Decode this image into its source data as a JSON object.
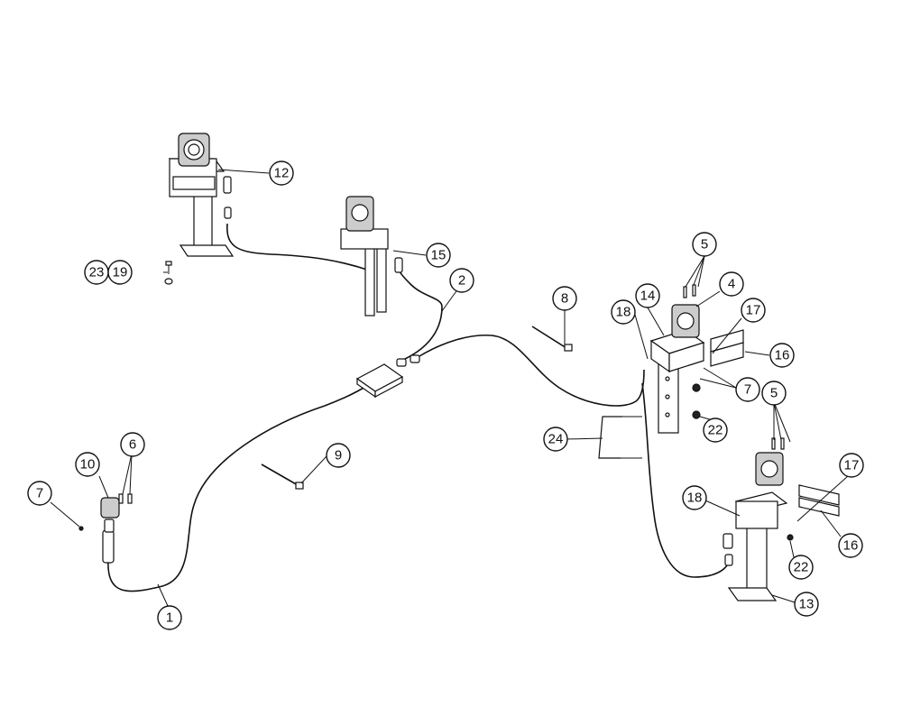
{
  "callouts": [
    {
      "id": "c12",
      "label": "12"
    },
    {
      "id": "c15",
      "label": "15"
    },
    {
      "id": "c2",
      "label": "2"
    },
    {
      "id": "c23",
      "label": "23"
    },
    {
      "id": "c19",
      "label": "19"
    },
    {
      "id": "c8",
      "label": "8"
    },
    {
      "id": "c5a",
      "label": "5"
    },
    {
      "id": "c4",
      "label": "4"
    },
    {
      "id": "c14",
      "label": "14"
    },
    {
      "id": "c18a",
      "label": "18"
    },
    {
      "id": "c17a",
      "label": "17"
    },
    {
      "id": "c16a",
      "label": "16"
    },
    {
      "id": "c7a",
      "label": "7"
    },
    {
      "id": "c5b",
      "label": "5"
    },
    {
      "id": "c22a",
      "label": "22"
    },
    {
      "id": "c24",
      "label": "24"
    },
    {
      "id": "c9",
      "label": "9"
    },
    {
      "id": "c6",
      "label": "6"
    },
    {
      "id": "c10",
      "label": "10"
    },
    {
      "id": "c7b",
      "label": "7"
    },
    {
      "id": "c17b",
      "label": "17"
    },
    {
      "id": "c18b",
      "label": "18"
    },
    {
      "id": "c22b",
      "label": "22"
    },
    {
      "id": "c16b",
      "label": "16"
    },
    {
      "id": "c13",
      "label": "13"
    },
    {
      "id": "c1",
      "label": "1"
    }
  ]
}
